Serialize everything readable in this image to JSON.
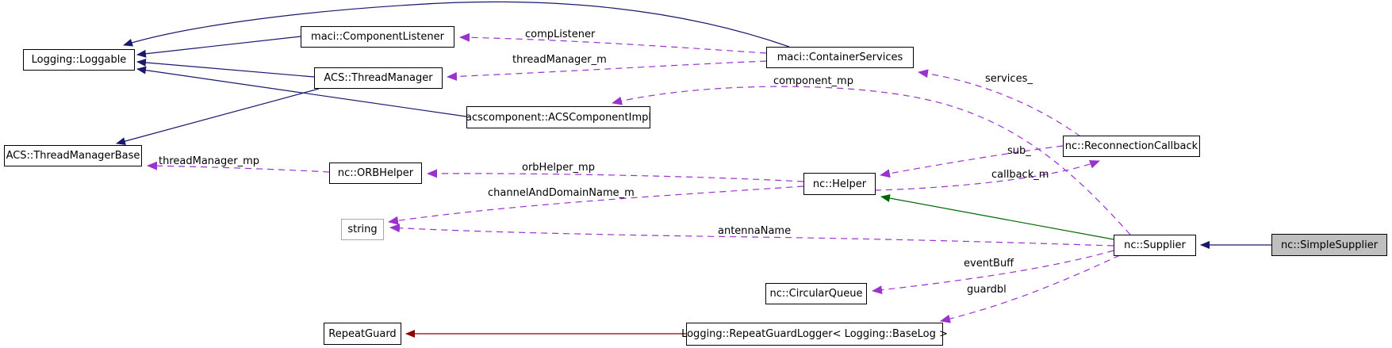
{
  "diagram": {
    "kind": "collaboration-graph",
    "main_class": "nc::SimpleSupplier",
    "colors": {
      "inheritance": "#191970",
      "usage": "#9a32cd",
      "inherit-green": "#006400",
      "inherit-red": "#8b0000",
      "node-fill": "#ffffff",
      "node-border": "#000000",
      "selected-fill": "#bfbfbf",
      "external-border": "#a8a8a8"
    },
    "nodes": [
      {
        "label": "Logging::Loggable"
      },
      {
        "label": "maci::ComponentListener"
      },
      {
        "label": "ACS::ThreadManager"
      },
      {
        "label": "maci::ContainerServices"
      },
      {
        "label": "acscomponent::ACSComponentImpl"
      },
      {
        "label": "ACS::ThreadManagerBase"
      },
      {
        "label": "nc::ORBHelper"
      },
      {
        "label": "nc::Helper"
      },
      {
        "label": "nc::ReconnectionCallback"
      },
      {
        "label": "string"
      },
      {
        "label": "nc::CircularQueue"
      },
      {
        "label": "RepeatGuard"
      },
      {
        "label": "Logging::RepeatGuardLogger< Logging::BaseLog >"
      },
      {
        "label": "nc::Supplier"
      },
      {
        "label": "nc::SimpleSupplier"
      }
    ],
    "edge_labels": [
      {
        "text": "compListener"
      },
      {
        "text": "threadManager_m"
      },
      {
        "text": "component_mp"
      },
      {
        "text": "services_"
      },
      {
        "text": "sub_"
      },
      {
        "text": "callback_m"
      },
      {
        "text": "orbHelper_mp"
      },
      {
        "text": "channelAndDomainName_m"
      },
      {
        "text": "threadManager_mp"
      },
      {
        "text": "antennaName"
      },
      {
        "text": "eventBuff"
      },
      {
        "text": "guardbl"
      }
    ]
  }
}
